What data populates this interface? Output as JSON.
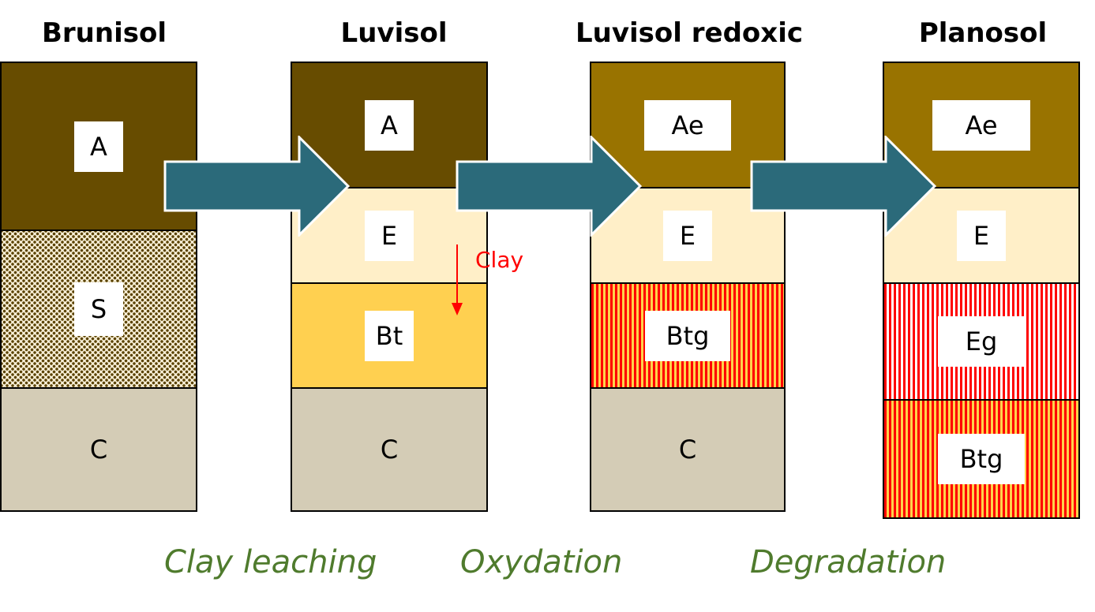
{
  "colors": {
    "dark_brown": "#674c00",
    "olive_brown": "#997300",
    "pale_cream": "#ffefc8",
    "gold": "#ffd050",
    "grey_beige": "#d4ccb6",
    "arrow_fill": "#2b6a7a",
    "red_stripe": "#ff0000",
    "yellow_stripe": "#ffd24a",
    "process_green": "#4f7b2d"
  },
  "profiles": [
    {
      "title": "Brunisol",
      "horizons": [
        {
          "label": "A",
          "pattern": "solid",
          "color": "dark_brown"
        },
        {
          "label": "S",
          "pattern": "dotted",
          "color": "dark_brown"
        },
        {
          "label": "C",
          "pattern": "solid",
          "color": "grey_beige"
        }
      ]
    },
    {
      "title": "Luvisol",
      "horizons": [
        {
          "label": "A",
          "pattern": "solid",
          "color": "dark_brown"
        },
        {
          "label": "E",
          "pattern": "solid",
          "color": "pale_cream"
        },
        {
          "label": "Bt",
          "pattern": "solid",
          "color": "gold"
        },
        {
          "label": "C",
          "pattern": "solid",
          "color": "grey_beige"
        }
      ]
    },
    {
      "title": "Luvisol redoxic",
      "horizons": [
        {
          "label": "Ae",
          "pattern": "solid",
          "color": "olive_brown"
        },
        {
          "label": "E",
          "pattern": "solid",
          "color": "pale_cream"
        },
        {
          "label": "Btg",
          "pattern": "red-yellow-stripes",
          "color": "red_stripe"
        },
        {
          "label": "C",
          "pattern": "solid",
          "color": "grey_beige"
        }
      ]
    },
    {
      "title": "Planosol",
      "horizons": [
        {
          "label": "Ae",
          "pattern": "solid",
          "color": "olive_brown"
        },
        {
          "label": "E",
          "pattern": "solid",
          "color": "pale_cream"
        },
        {
          "label": "Eg",
          "pattern": "red-white-stripes",
          "color": "red_stripe"
        },
        {
          "label": "Btg",
          "pattern": "red-yellow-stripes",
          "color": "red_stripe"
        }
      ]
    }
  ],
  "processes": [
    "Clay leaching",
    "Oxydation",
    "Degradation"
  ],
  "clay_note": "Clay"
}
